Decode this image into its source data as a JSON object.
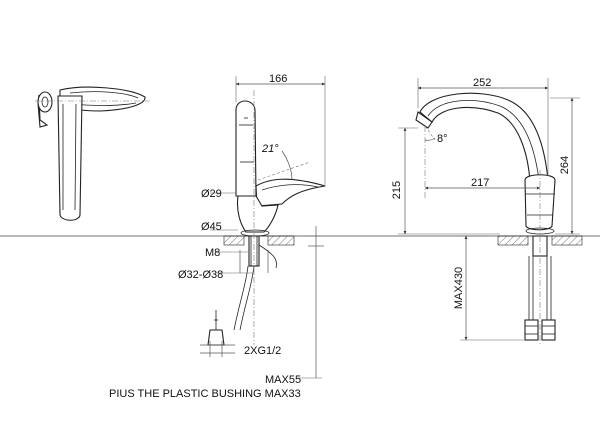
{
  "dimensions": {
    "side_width": "166",
    "side_angle": "21°",
    "side_body_dia": "Ø29",
    "side_base_dia": "Ø45",
    "side_thread": "M8",
    "side_hole_range": "Ø32-Ø38",
    "side_hose": "2XG1/2",
    "front_width": "252",
    "front_angle": "8°",
    "front_spout_height": "215",
    "front_spout_reach": "217",
    "front_total_height": "264",
    "front_below_max": "MAX430"
  },
  "notes": {
    "max_thickness": "MAX55",
    "bushing": "PIUS THE PLASTIC BUSHING MAX33"
  }
}
